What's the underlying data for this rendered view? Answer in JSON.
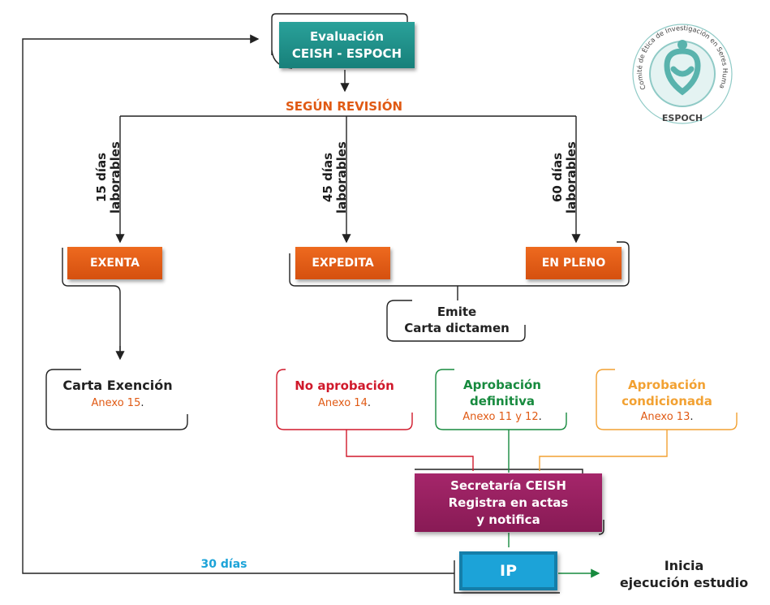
{
  "header": {
    "line1": "Evaluación",
    "line2": "CEISH - ESPOCH"
  },
  "review": {
    "label": "SEGÚN REVISIÓN"
  },
  "durations": [
    {
      "line1": "15 días",
      "line2": "laborables"
    },
    {
      "line1": "45 días",
      "line2": "laborables"
    },
    {
      "line1": "60 días",
      "line2": "laborables"
    }
  ],
  "categories": {
    "exenta": "EXENTA",
    "expedita": "EXPEDITA",
    "pleno": "EN PLENO"
  },
  "dictamen": {
    "line1": "Emite",
    "line2": "Carta dictamen"
  },
  "exencion": {
    "title": "Carta Exención",
    "annex": "Anexo 15",
    "dot": "."
  },
  "outcomes": {
    "no_aprobacion": {
      "title": "No aprobación",
      "annex": "Anexo 14",
      "dot": "."
    },
    "definitiva": {
      "line1": "Aprobación",
      "line2": "definitiva",
      "annex": "Anexo 11 y 12",
      "dot": "."
    },
    "condicionada": {
      "line1": "Aprobación",
      "line2": "condicionada",
      "annex": "Anexo 13",
      "dot": "."
    }
  },
  "secretaria": {
    "line1": "Secretaría CEISH",
    "line2": "Registra en actas",
    "line3": "y notifica"
  },
  "ip": {
    "label": "IP"
  },
  "loop": {
    "label": "30 días"
  },
  "final": {
    "line1": "Inicia",
    "line2": "ejecución estudio"
  },
  "seal": {
    "arc_text": "Comité de Ética de Investigación en Seres Humanos",
    "name": "ESPOCH"
  },
  "colors": {
    "teal": "#1e8f89",
    "orange": "#e05a14",
    "magenta": "#97205f",
    "red": "#d0192b",
    "green": "#178a3e",
    "amber": "#f2a132",
    "blue": "#1ca3d8",
    "line": "#222222"
  }
}
